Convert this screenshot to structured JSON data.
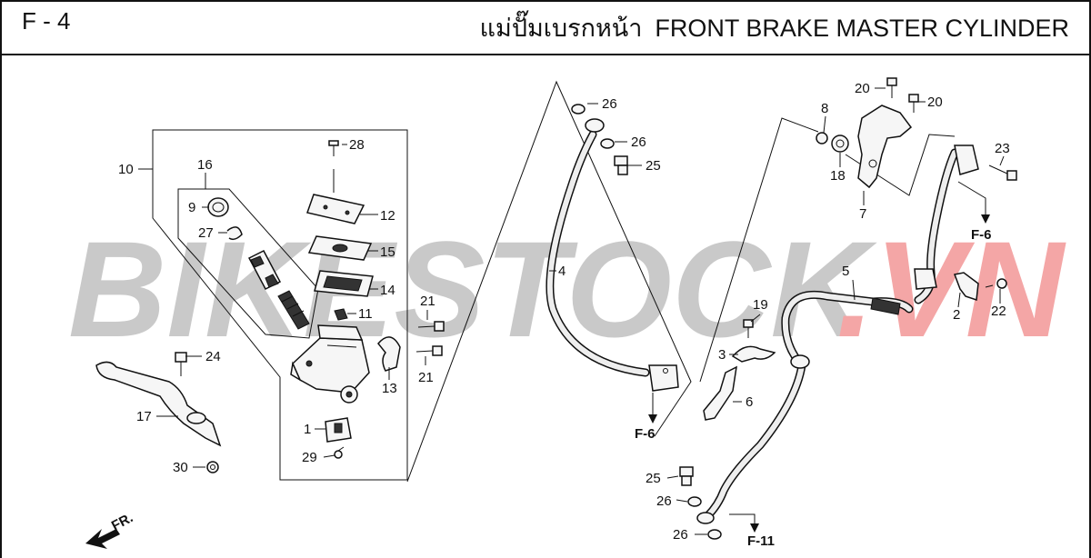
{
  "header": {
    "page_code": "F - 4",
    "title_thai": "แม่ปั๊มเบรกหน้า",
    "title_en": "FRONT BRAKE MASTER CYLINDER"
  },
  "watermark": {
    "part1": "BIKESTOCK",
    "part2": ".VN",
    "color_gray": "#c9c9c9",
    "color_red": "#f4a6a6"
  },
  "orientation_label": "FR.",
  "part_labels": {
    "p1": "1",
    "p2": "2",
    "p3": "3",
    "p4": "4",
    "p5": "5",
    "p6": "6",
    "p7": "7",
    "p8": "8",
    "p9": "9",
    "p10": "10",
    "p11": "11",
    "p12": "12",
    "p13": "13",
    "p14": "14",
    "p15": "15",
    "p16": "16",
    "p17": "17",
    "p18": "18",
    "p19": "19",
    "p20": "20",
    "p21": "21",
    "p22": "22",
    "p23": "23",
    "p24": "24",
    "p25": "25",
    "p26": "26",
    "p27": "27",
    "p28": "28",
    "p29": "29",
    "p30": "30"
  },
  "references": {
    "f6": "F-6",
    "f11": "F-11"
  }
}
